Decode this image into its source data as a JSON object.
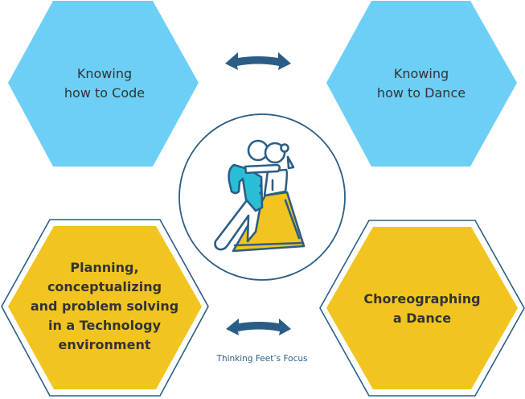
{
  "diagram": {
    "colors": {
      "blue_hex": "#6DCFF6",
      "yellow_hex": "#F2C41F",
      "outline": "#2B5E86",
      "text": "#333333",
      "caption": "#2E5F87"
    },
    "nodes": [
      {
        "id": "code",
        "lines": [
          "Knowing",
          "how to Code"
        ],
        "style": "blue"
      },
      {
        "id": "dance",
        "lines": [
          "Knowing",
          "how to Dance"
        ],
        "style": "blue"
      },
      {
        "id": "planning",
        "lines": [
          "Planning,",
          "conceptualizing",
          "and problem solving",
          "in a Technology",
          "environment"
        ],
        "style": "yellow-outlined"
      },
      {
        "id": "choreographing",
        "lines": [
          "Choreographing",
          "a Dance"
        ],
        "style": "yellow-outlined"
      }
    ],
    "center": {
      "icon": "dancing-couple-icon"
    },
    "connectors": [
      {
        "from": "code",
        "to": "dance",
        "icon": "double-arrow-icon"
      },
      {
        "from": "planning",
        "to": "choreographing",
        "icon": "double-arrow-icon"
      }
    ],
    "caption": "Thinking Feet’s Focus"
  }
}
